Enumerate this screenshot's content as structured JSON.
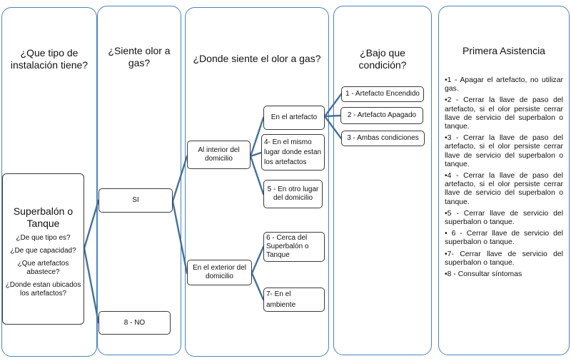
{
  "columns": {
    "c1": "¿Que tipo de instalación tiene?",
    "c2": "¿Siente olor a gas?",
    "c3": "¿Donde siente el olor a gas?",
    "c4": "¿Bajo que condición?",
    "c5": "Primera Asistencia"
  },
  "tank": {
    "title": "Superbalón o Tanque",
    "questions": [
      "¿De que  tipo es?",
      "¿De  que capacidad?",
      "¿Que artefactos abastece?",
      "¿Donde estan ubicados los artefactos?"
    ]
  },
  "nodes": {
    "si": "SI",
    "no": "8 - NO",
    "interior": "Al interior del domicilio",
    "exterior": "En el exterior del domicilio",
    "artefacto": "En el artefacto",
    "mismo_lugar": "4- En el mismo lugar donde estan los artefactos",
    "otro_lugar": "5  - En otro lugar del domicilio",
    "cerca": "6 - Cerca del Superbalón o Tanque",
    "ambiente": "7- En  el ambiente",
    "encendido": "1 - Artefacto Encendido",
    "apagado": "2 - Artefacto Apagado",
    "ambas": "3 - Ambas condiciones"
  },
  "steps": [
    "•1  -  Apagar  el  artefacto,  no utilizar gas.",
    "•2  -  Cerrar  la  llave  de  paso  del artefacto,  si  el  olor  persiste cerrar  llave  de  servicio  del superbalon o tanque.",
    "•3  -  Cerrar  la  llave  de  paso  del artefacto,  si  el  olor  persiste cerrar  llave  de  servicio  del superbalon o tanque.",
    "•4  -  Cerrar  la  llave  de  paso  del artefacto,  si  el  olor  persiste cerrar  llave  de  servicio  del superbalon o tanque.",
    "•5  -  Cerrar  llave  de  servicio  del superbalon o tanque.",
    "•  6  -  Cerrar  llave  de  servicio  del superbalon o tanque.",
    "•7-  Cerrar  llave  de  servicio  del superbalon o tanque.",
    "•8 - Consultar síntomas"
  ],
  "colors": {
    "column_border": "#4f81bd",
    "connector": "#44709e",
    "node_border": "#3a3a3a"
  }
}
